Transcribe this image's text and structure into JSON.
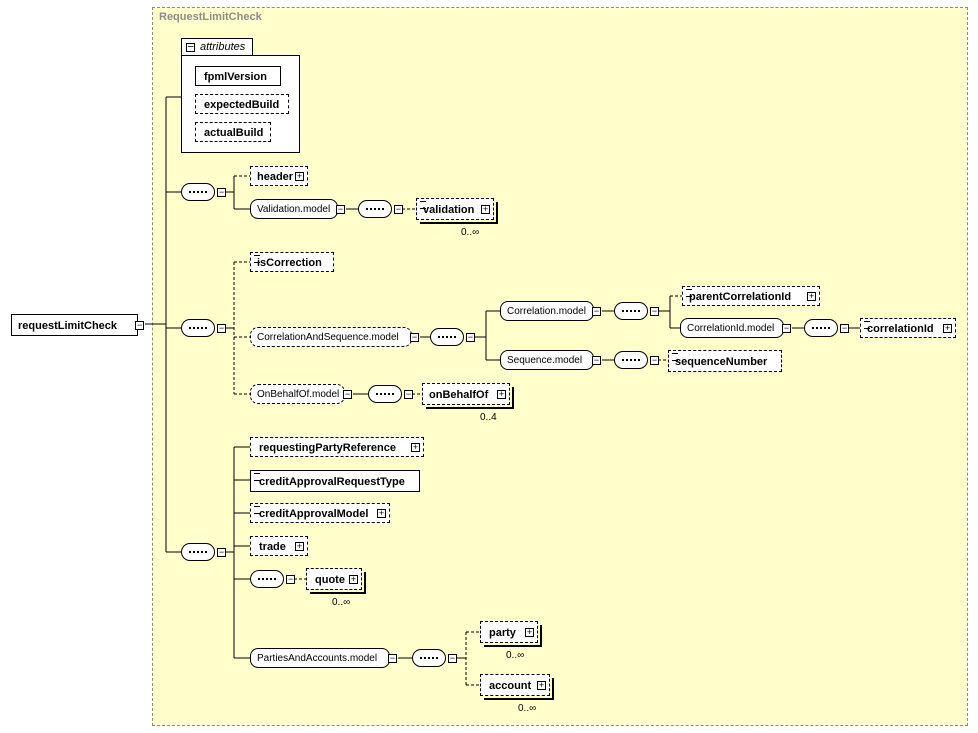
{
  "type_name": "RequestLimitCheck",
  "root_element": "requestLimitCheck",
  "attributes_label": "attributes",
  "attributes": [
    "fpmlVersion",
    "expectedBuild",
    "actualBuild"
  ],
  "group1": {
    "header": "header",
    "validation_model": "Validation.model",
    "validation": "validation",
    "validation_card": "0..∞"
  },
  "group2": {
    "isCorrection": "isCorrection",
    "cas_model": "CorrelationAndSequence.model",
    "correlation_model": "Correlation.model",
    "parentCorrelationId": "parentCorrelationId",
    "correlationId_model": "CorrelationId.model",
    "correlationId": "correlationId",
    "sequence_model": "Sequence.model",
    "sequenceNumber": "sequenceNumber",
    "onbehalf_model": "OnBehalfOf.model",
    "onBehalfOf": "onBehalfOf",
    "onBehalfOf_card": "0..4"
  },
  "group3": {
    "requestingPartyReference": "requestingPartyReference",
    "creditApprovalRequestType": "creditApprovalRequestType",
    "creditApprovalModel": "creditApprovalModel",
    "trade": "trade",
    "quote": "quote",
    "quote_card": "0..∞",
    "pa_model": "PartiesAndAccounts.model",
    "party": "party",
    "party_card": "0..∞",
    "account": "account",
    "account_card": "0..∞"
  }
}
